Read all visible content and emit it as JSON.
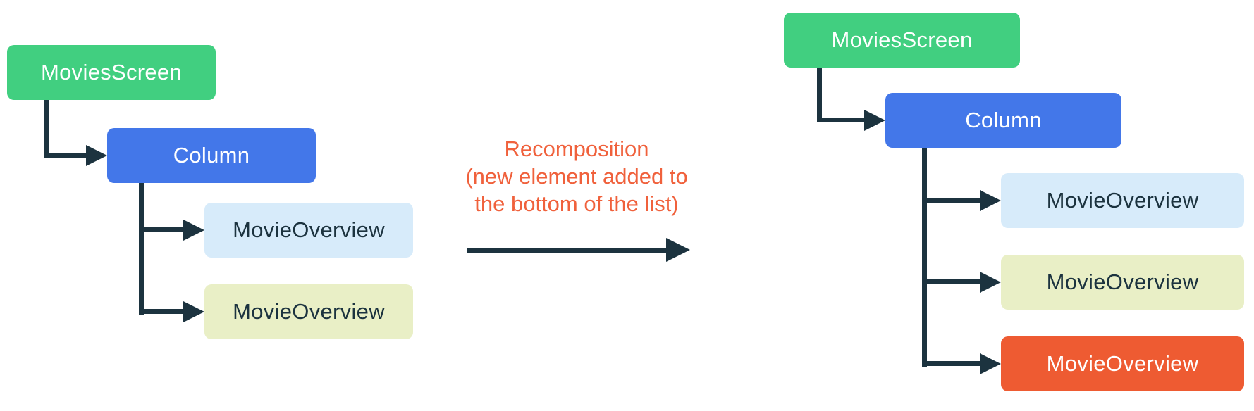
{
  "left_tree": {
    "root": "MoviesScreen",
    "column": "Column",
    "children": [
      "MovieOverview",
      "MovieOverview"
    ]
  },
  "right_tree": {
    "root": "MoviesScreen",
    "column": "Column",
    "children": [
      "MovieOverview",
      "MovieOverview",
      "MovieOverview"
    ]
  },
  "annotation": {
    "line1": "Recomposition",
    "line2": "(new element added to",
    "line3": "the bottom of the list)"
  },
  "colors": {
    "root_green": "#41CF80",
    "column_blue": "#4377E9",
    "item_light_blue": "#D7EBFA",
    "item_pale_yellow": "#E9EFC6",
    "item_new_orange": "#EE5B32",
    "annotation_orange": "#F0613C",
    "connector_dark": "#1C333F"
  }
}
